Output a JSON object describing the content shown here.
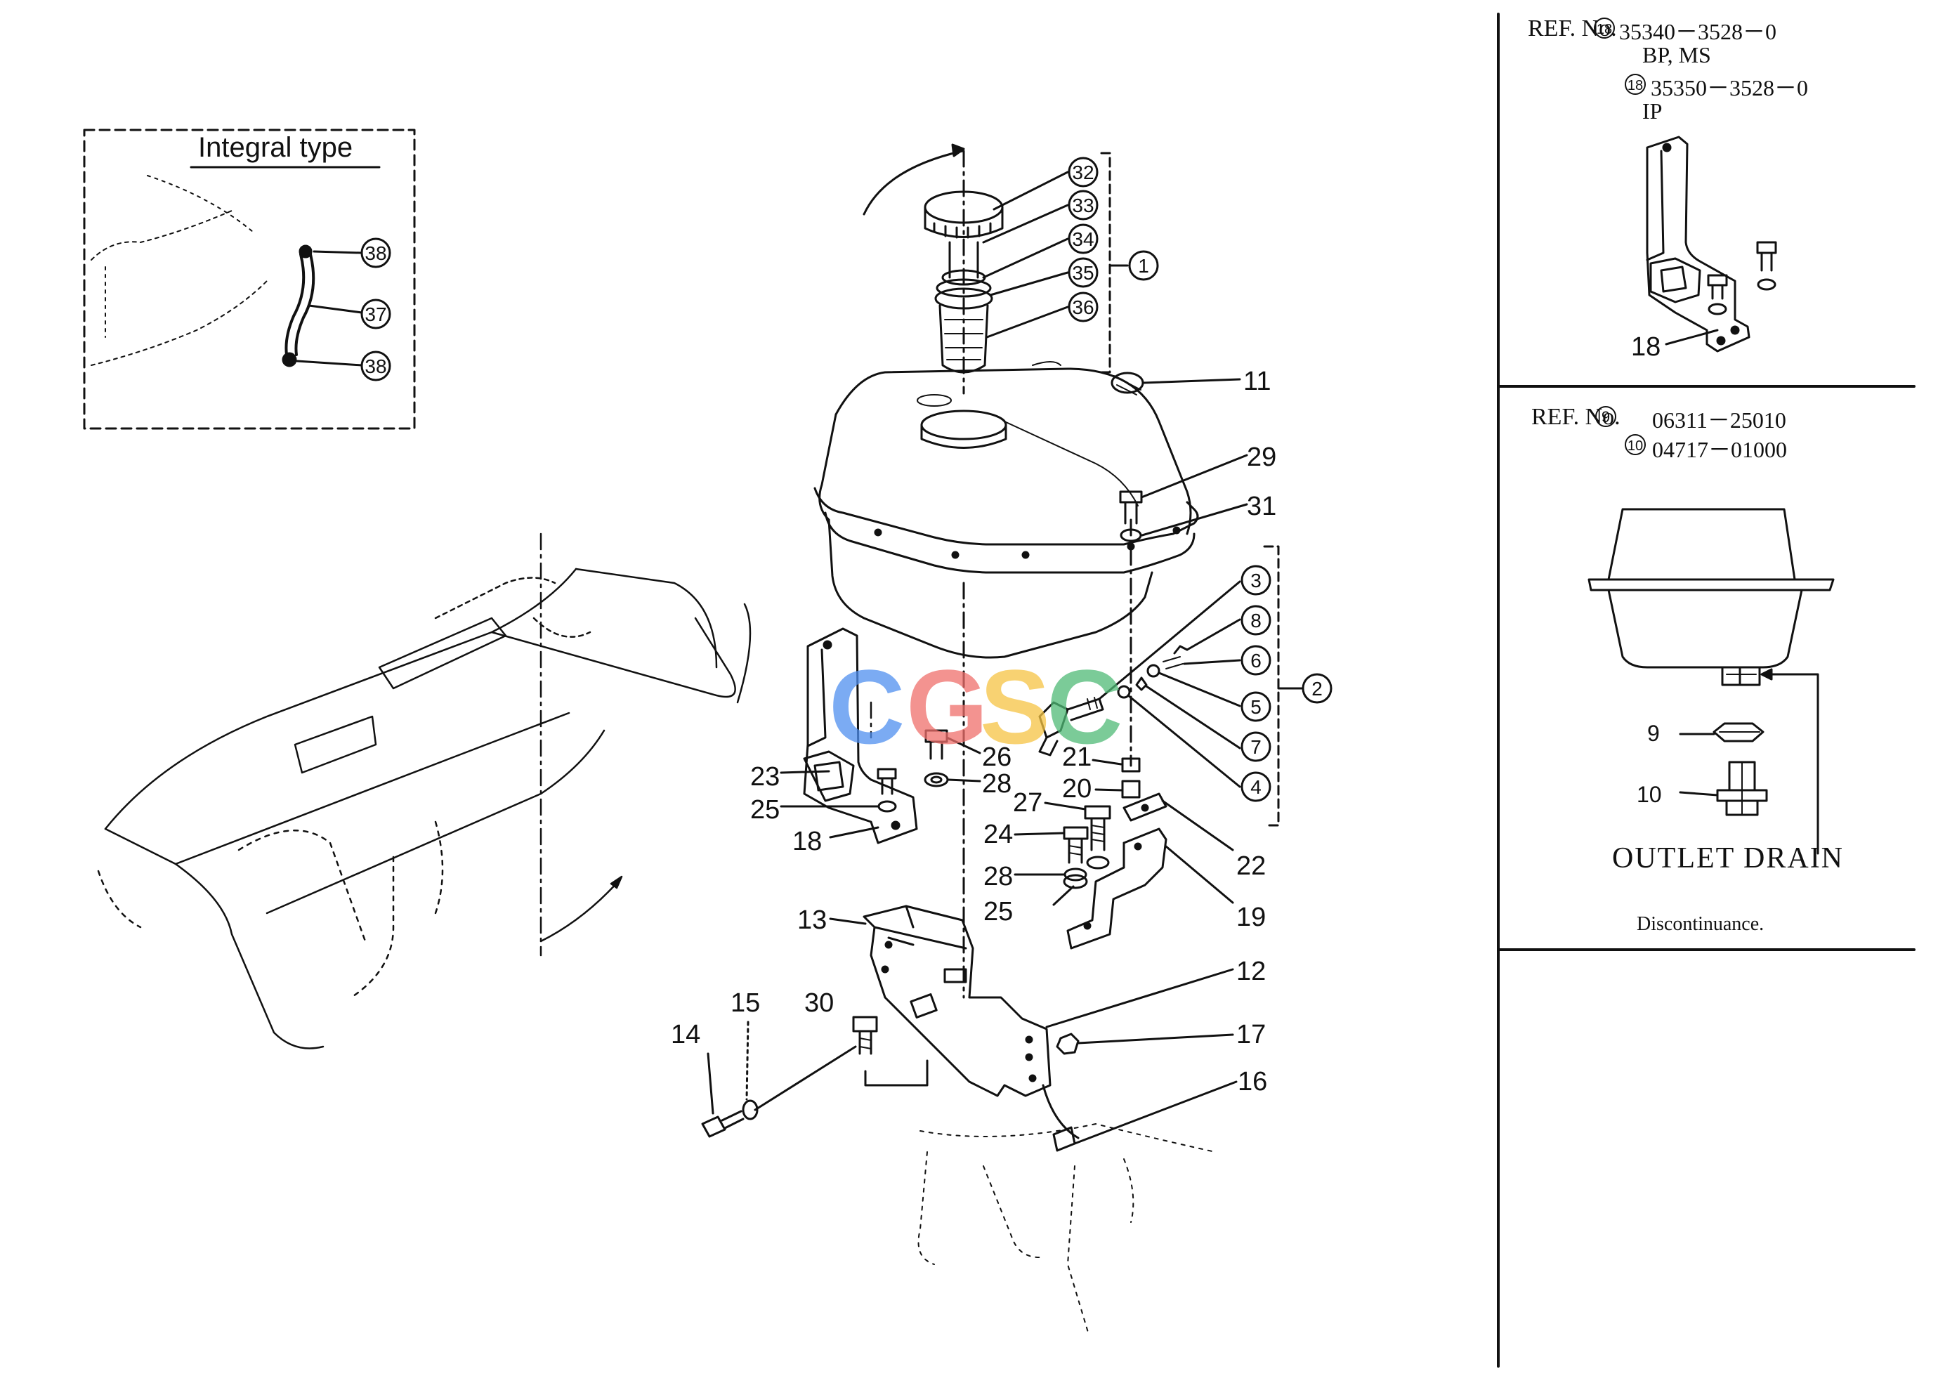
{
  "inset": {
    "title": "Integral type",
    "callouts": [
      "38",
      "37",
      "38"
    ]
  },
  "watermark": {
    "letters": [
      {
        "ch": "C",
        "color": "#4f8ff0"
      },
      {
        "ch": "G",
        "color": "#ef6f6c"
      },
      {
        "ch": "S",
        "color": "#f6c443"
      },
      {
        "ch": "C",
        "color": "#4fba76"
      }
    ]
  },
  "main": {
    "circled_callouts": [
      "32",
      "33",
      "34",
      "35",
      "36",
      "1",
      "3",
      "8",
      "6",
      "5",
      "7",
      "4",
      "2"
    ],
    "callouts": [
      "11",
      "29",
      "31",
      "26",
      "28",
      "23",
      "25",
      "18",
      "21",
      "20",
      "27",
      "24",
      "28",
      "25",
      "22",
      "19",
      "13",
      "12",
      "17",
      "16",
      "15",
      "30",
      "14"
    ]
  },
  "ref_panel_1": {
    "ref_label": "REF. No.",
    "ref_num_a": "18",
    "part_a": "35340－3528－0",
    "variant_a": "BP, MS",
    "ref_num_b": "18",
    "part_b": "35350－3528－0",
    "variant_b": "IP",
    "callout": "18"
  },
  "ref_panel_2": {
    "ref_label": "REF. No.",
    "ref_num_a": "9",
    "part_a": "06311－25010",
    "ref_num_b": "10",
    "part_b": "04717－01000",
    "callout_a": "9",
    "callout_b": "10",
    "caption": "OUTLET  DRAIN",
    "note": "Discontinuance."
  }
}
